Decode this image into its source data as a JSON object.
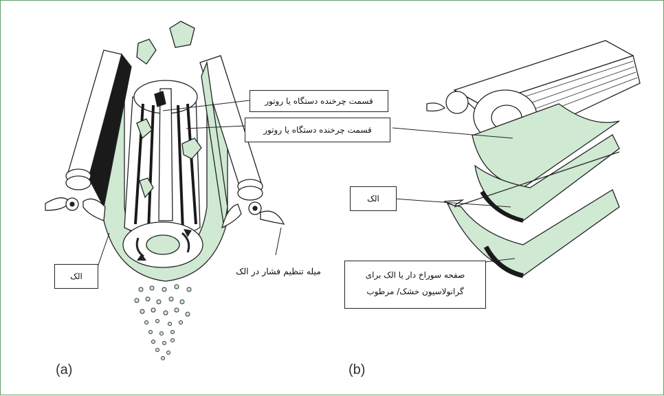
{
  "labels": {
    "rotor_top": "قسمت چرخنده دستگاه یا روتور",
    "rotor_bottom": "قسمت چرخنده دستگاه یا روتور",
    "sieve_a": "الک",
    "pressure_rod": "میله تنظیم فشار در الک",
    "sieve_b": "الک",
    "perforated_line1": "صفحه سوراخ دار یا الک برای",
    "perforated_line2": "گرانولاسیون خشک/ مرطوب"
  },
  "panel_tags": {
    "a": "(a)",
    "b": "(b)"
  },
  "colors": {
    "green": "#cfe9d3",
    "frame": "#5f9c68",
    "dark": "#1a1a1a"
  }
}
